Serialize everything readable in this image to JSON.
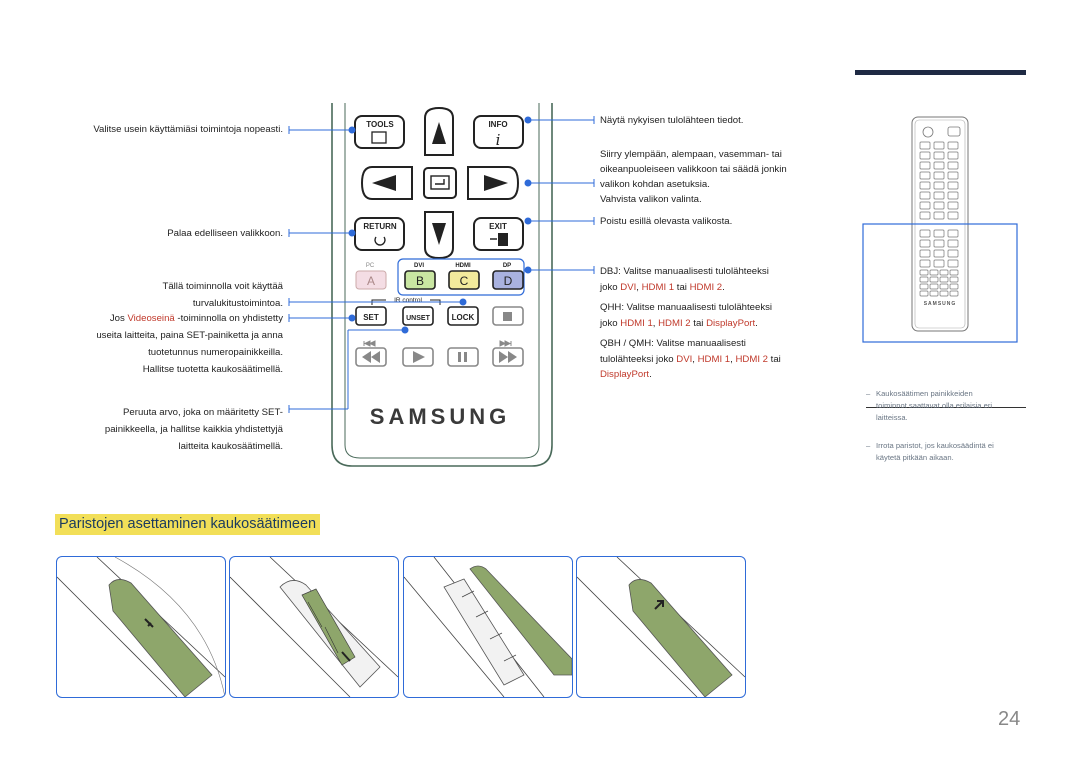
{
  "header_bar_color": "#1f2a44",
  "left_notes": {
    "tools": "Valitse usein käyttämiäsi toimintoja nopeasti.",
    "return": "Palaa edelliseen valikkoon.",
    "ir_1": "Tällä toiminnolla voit käyttää",
    "ir_2": "turvalukitustoimintoa.",
    "set_1_pre": "Jos ",
    "set_1_hl": "Videoseinä",
    "set_1_post": " -toiminnolla on yhdistetty",
    "set_2": "useita laitteita, paina SET-painiketta ja anna",
    "set_3": "tuotetunnus numeropainikkeilla.",
    "set_4": "Hallitse tuotetta kaukosäätimellä.",
    "unset_1": "Peruuta arvo, joka on määritetty SET-",
    "unset_2": "painikkeella, ja hallitse kaikkia yhdistettyjä",
    "unset_3": "laitteita kaukosäätimellä."
  },
  "right_notes": {
    "info": "Näytä nykyisen tulolähteen tiedot.",
    "nav_1": "Siirry ylempään, alempaan, vasemman- tai",
    "nav_2": "oikeanpuoleiseen valikkoon tai säädä jonkin",
    "nav_3": "valikon kohdan asetuksia.",
    "nav_4": "Vahvista valikon valinta.",
    "exit": "Poistu esillä olevasta valikosta.",
    "dbj_1": "DBJ: Valitse manuaalisesti tulolähteeksi",
    "dbj_2_a": "joko ",
    "dbj_2_b": "DVI",
    "dbj_2_c": ", ",
    "dbj_2_d": "HDMI 1",
    "dbj_2_e": " tai ",
    "dbj_2_f": "HDMI 2",
    "dbj_2_g": ".",
    "qhh_1": "QHH: Valitse manuaalisesti tulolähteeksi",
    "qhh_2_a": "joko ",
    "qhh_2_b": "HDMI 1",
    "qhh_2_c": ", ",
    "qhh_2_d": "HDMI 2",
    "qhh_2_e": " tai ",
    "qhh_2_f": "DisplayPort",
    "qhh_2_g": ".",
    "qbh_1": "QBH / QMH: Valitse manuaalisesti",
    "qbh_2_a": "tulolähteeksi joko ",
    "qbh_2_b": "DVI",
    "qbh_2_c": ", ",
    "qbh_2_d": "HDMI 1",
    "qbh_2_e": ", ",
    "qbh_2_f": "HDMI 2",
    "qbh_2_g": " tai",
    "qbh_3": "DisplayPort",
    "qbh_3_end": "."
  },
  "remote": {
    "tools": "TOOLS",
    "info": "INFO",
    "return": "RETURN",
    "exit": "EXIT",
    "pc": "PC",
    "dvi": "DVI",
    "hdmi": "HDMI",
    "dp": "DP",
    "a": "A",
    "b": "B",
    "c": "C",
    "d": "D",
    "ir_control": "IR control",
    "set": "SET",
    "unset": "UNSET",
    "lock": "LOCK",
    "brand": "SAMSUNG"
  },
  "mini_remote_brand": "SAMSUNG",
  "side_notes": {
    "dash": "–",
    "note1_1": "Kaukosäätimen painikkeiden",
    "note1_2": "toiminnot saattavat olla erilaisia eri",
    "note1_3": "laitteissa.",
    "note2_1": "Irrota paristot, jos kaukosäädintä ei",
    "note2_2": "käytetä pitkään aikaan."
  },
  "section_title": "Paristojen asettaminen kaukosäätimeen",
  "page_number": "24",
  "colors": {
    "accent_blue": "#2f6bd8",
    "highlight_red": "#c0392b",
    "title_highlight": "#f2df58",
    "cover_green": "#8ea66b"
  }
}
